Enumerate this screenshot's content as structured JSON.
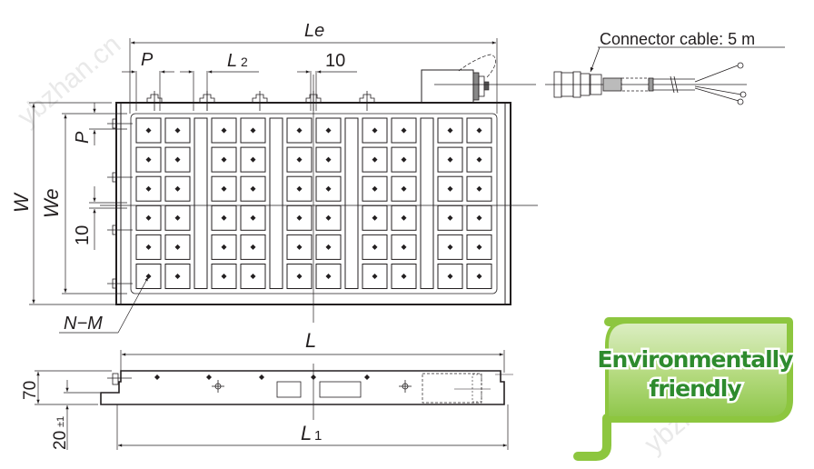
{
  "figure": {
    "title": "Magnetic chuck dimensional drawing",
    "dimensions": {
      "le": "Le",
      "p_top": "P",
      "l2_main": "L",
      "l2_sub": "2",
      "gap_top": "10",
      "w": "W",
      "we": "We",
      "p_side": "P",
      "gap_side": "10",
      "nm": "N−M",
      "l": "L",
      "l1_main": "L",
      "l1_sub": "1",
      "height": "70",
      "clearance_main": "20",
      "clearance_tol": "±1"
    },
    "connector_label": "Connector cable: 5 m",
    "grid": {
      "rows": 6,
      "groups": 5,
      "cells_per_group": 2
    },
    "badge": {
      "line1": "Environmentally",
      "line2": "friendly",
      "color": "#8dc63f"
    },
    "watermarks": [
      "ybzhan.cn",
      "ybzhan.cn"
    ]
  }
}
